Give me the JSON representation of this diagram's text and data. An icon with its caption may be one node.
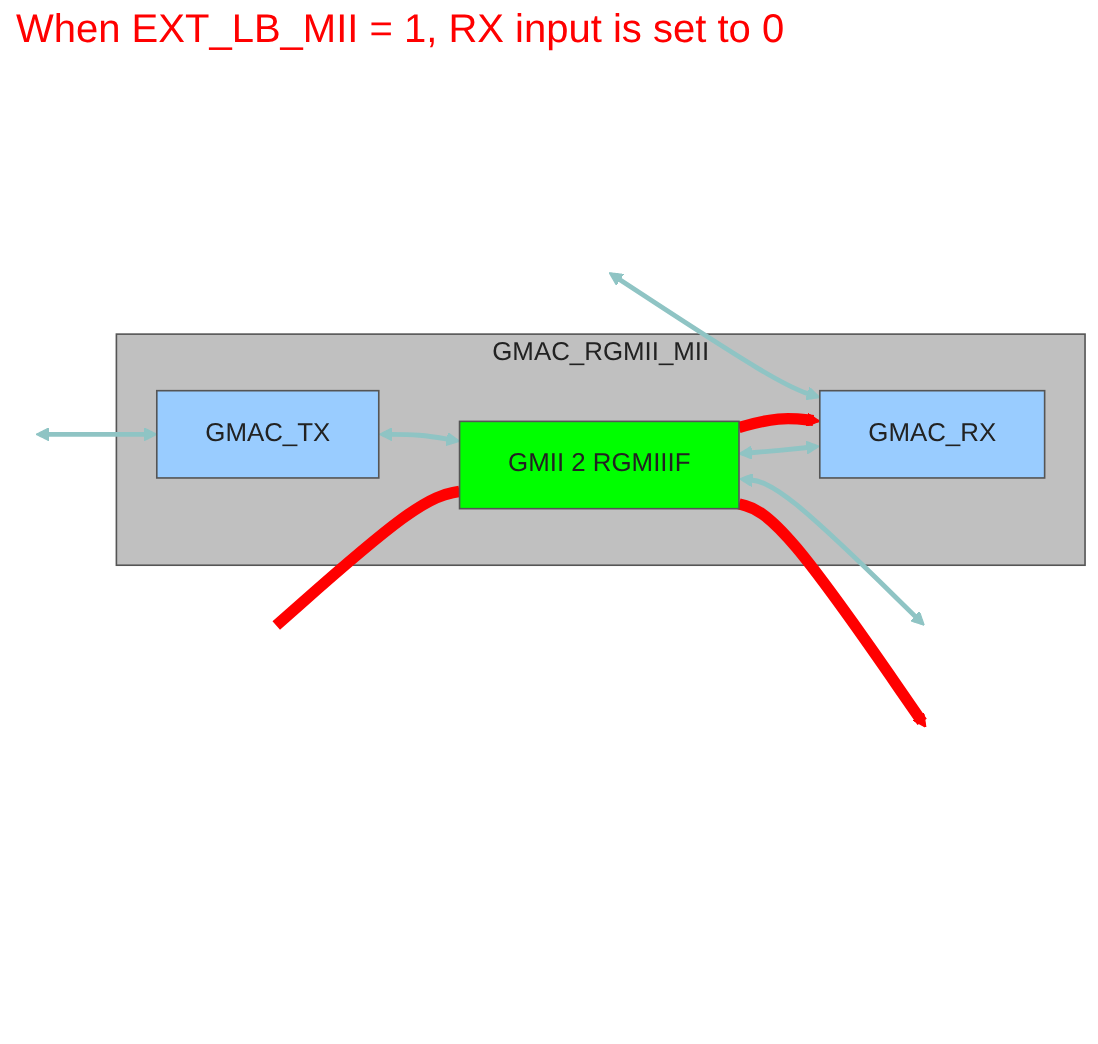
{
  "diagram": {
    "nodes": [
      {
        "text": [
          "GMAC_RGMII_MII"
        ]
      },
      {
        "text": [
          "GMAC_TX"
        ],
        "in": 0
      },
      {
        "text": [
          "GMAC_RX"
        ],
        "in": 0
      },
      {
        "text": [
          "GMII 2 RGMIIIF"
        ],
        "in": 0
      }
    ],
    "edges": [
      {
        "from": null,
        "to": 1,
        "arrow": "both"
      },
      {
        "from": 1,
        "to": 3,
        "arrow": "both"
      },
      {
        "from": null,
        "to": 2,
        "arrow": "both"
      },
      {
        "from": 2,
        "to": 3,
        "arrow": "both"
      },
      {
        "from": 3,
        "to": null,
        "arrow": "both"
      },
      {
        "from": 3,
        "to": null,
        "arrow": "to",
        "style": "thick",
        "color": "#ff0000"
      },
      {
        "from": null,
        "to": 3,
        "arrow": "none",
        "style": "thick",
        "color": "#ff0000"
      },
      {
        "from": 3,
        "to": 2,
        "arrow": "to",
        "style": "thick",
        "color": "#ff0000"
      }
    ],
    "labels": [
      "When EXT_LB_MII = 1, RX input is set to 0"
    ]
  }
}
